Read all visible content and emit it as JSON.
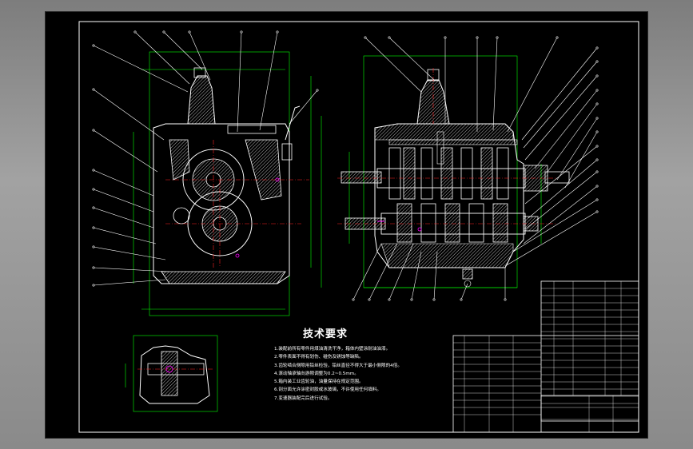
{
  "viewport": {
    "background": "#8c8c8c"
  },
  "drawing": {
    "sheet_color": "#000000",
    "colors": {
      "frame": "#ffffff",
      "outline": "#ffffff",
      "hatch": "#ffffff",
      "dimension": "#00ff00",
      "centerline": "#ff2020",
      "leader": "#ffffff",
      "highlight": "#ff00ff",
      "hidden": "#ffff00"
    },
    "tech_requirements": {
      "title": "技术要求",
      "items": [
        "1.装配前所有零件用煤油清洗干净，箱体内壁涂耐油油漆。",
        "2.零件表面不得有划伤、碰伤及锈蚀等缺陷。",
        "3.齿轮啮合侧隙用铅丝检验，铅丝直径不得大于最小侧隙的4倍。",
        "4.滚动轴承轴向游隙调整为0.2~0.5mm。",
        "5.箱内装工业齿轮油，油量保持在规定范围。",
        "6.剖分面允许涂密封胶或水玻璃，不许使用任何填料。",
        "7.变速器装配完后进行试验。"
      ]
    }
  }
}
